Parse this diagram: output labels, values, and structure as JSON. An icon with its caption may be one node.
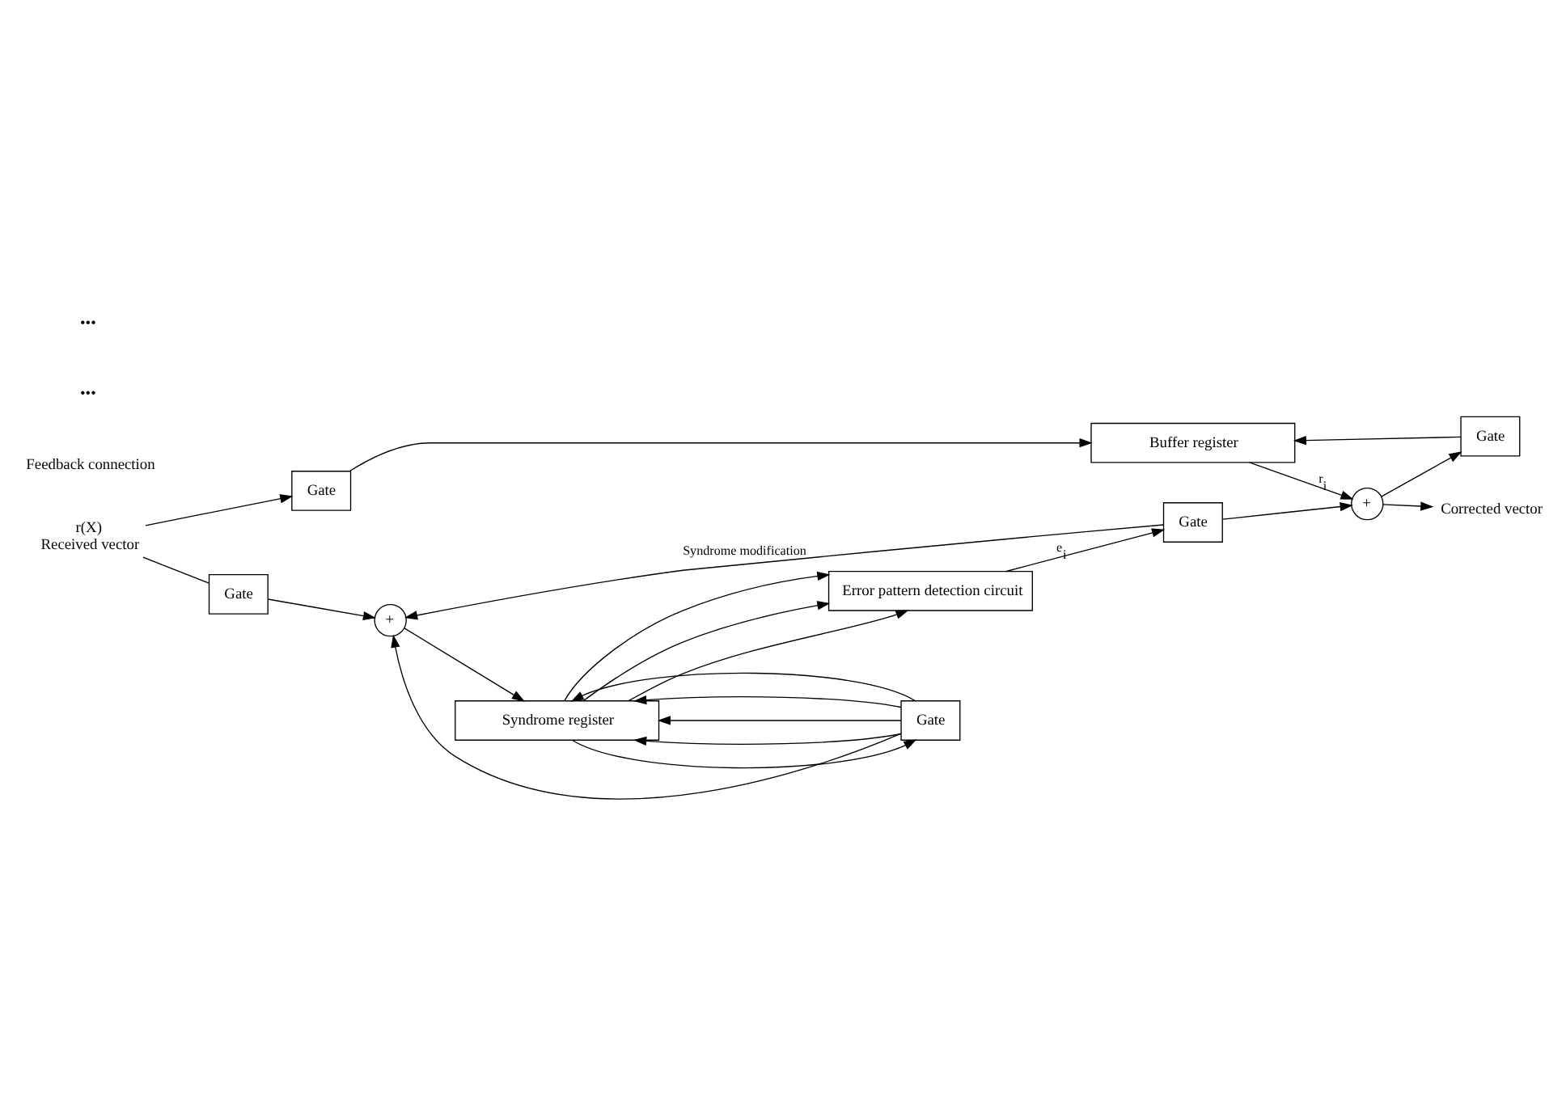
{
  "diagram": {
    "nodes": [
      {
        "text": [
          "r(X)",
          "Received vector"
        ]
      },
      {
        "text": [
          "Gate"
        ]
      },
      {
        "text": [
          "Buffer register"
        ]
      },
      {
        "text": [
          "Gate"
        ]
      },
      {
        "text": [
          "+"
        ]
      },
      {
        "text": [
          "Corrected vector"
        ]
      },
      {
        "text": [
          "Gate"
        ]
      },
      {
        "text": [
          "+"
        ]
      },
      {
        "text": [
          "Syndrome register"
        ]
      },
      {
        "text": [
          "Gate"
        ]
      },
      {
        "text": [
          "Error pattern detection circuit"
        ]
      },
      {
        "text": [
          "Gate"
        ]
      }
    ],
    "edges": [
      {
        "from": 0,
        "to": 1,
        "arrow": "to"
      },
      {
        "from": 0,
        "to": 6,
        "arrow": "none"
      },
      {
        "from": 1,
        "to": 2,
        "arrow": "to"
      },
      {
        "from": 2,
        "to": 4,
        "arrow": "to",
        "label": "r$_{i}$"
      },
      {
        "from": 4,
        "to": 5,
        "arrow": "to"
      },
      {
        "from": 4,
        "to": 3,
        "arrow": "to"
      },
      {
        "from": 3,
        "to": 2,
        "arrow": "to"
      },
      {
        "from": 6,
        "to": 7,
        "arrow": "to"
      },
      {
        "from": 7,
        "to": 8,
        "arrow": "to"
      },
      {
        "from": 8,
        "to": 9,
        "arrow": "to"
      },
      {
        "from": 9,
        "to": 7,
        "arrow": "to"
      },
      {
        "from": 9,
        "to": 8,
        "arrow": "to"
      },
      {
        "from": 9,
        "to": 8,
        "arrow": "to"
      },
      {
        "from": 9,
        "to": 8,
        "arrow": "to"
      },
      {
        "from": 9,
        "to": 8,
        "arrow": "to"
      },
      {
        "from": 8,
        "to": 10,
        "arrow": "to"
      },
      {
        "from": 8,
        "to": 10,
        "arrow": "to"
      },
      {
        "from": 8,
        "to": 10,
        "arrow": "to"
      },
      {
        "from": 10,
        "to": 11,
        "arrow": "to",
        "label": "e$_{i}$"
      },
      {
        "from": 11,
        "to": 4,
        "arrow": "to"
      },
      {
        "from": 11,
        "to": 7,
        "arrow": "to",
        "label": "Syndrome modification"
      }
    ],
    "labels": [
      "Feedback connection",
      "•••",
      "•••"
    ]
  }
}
